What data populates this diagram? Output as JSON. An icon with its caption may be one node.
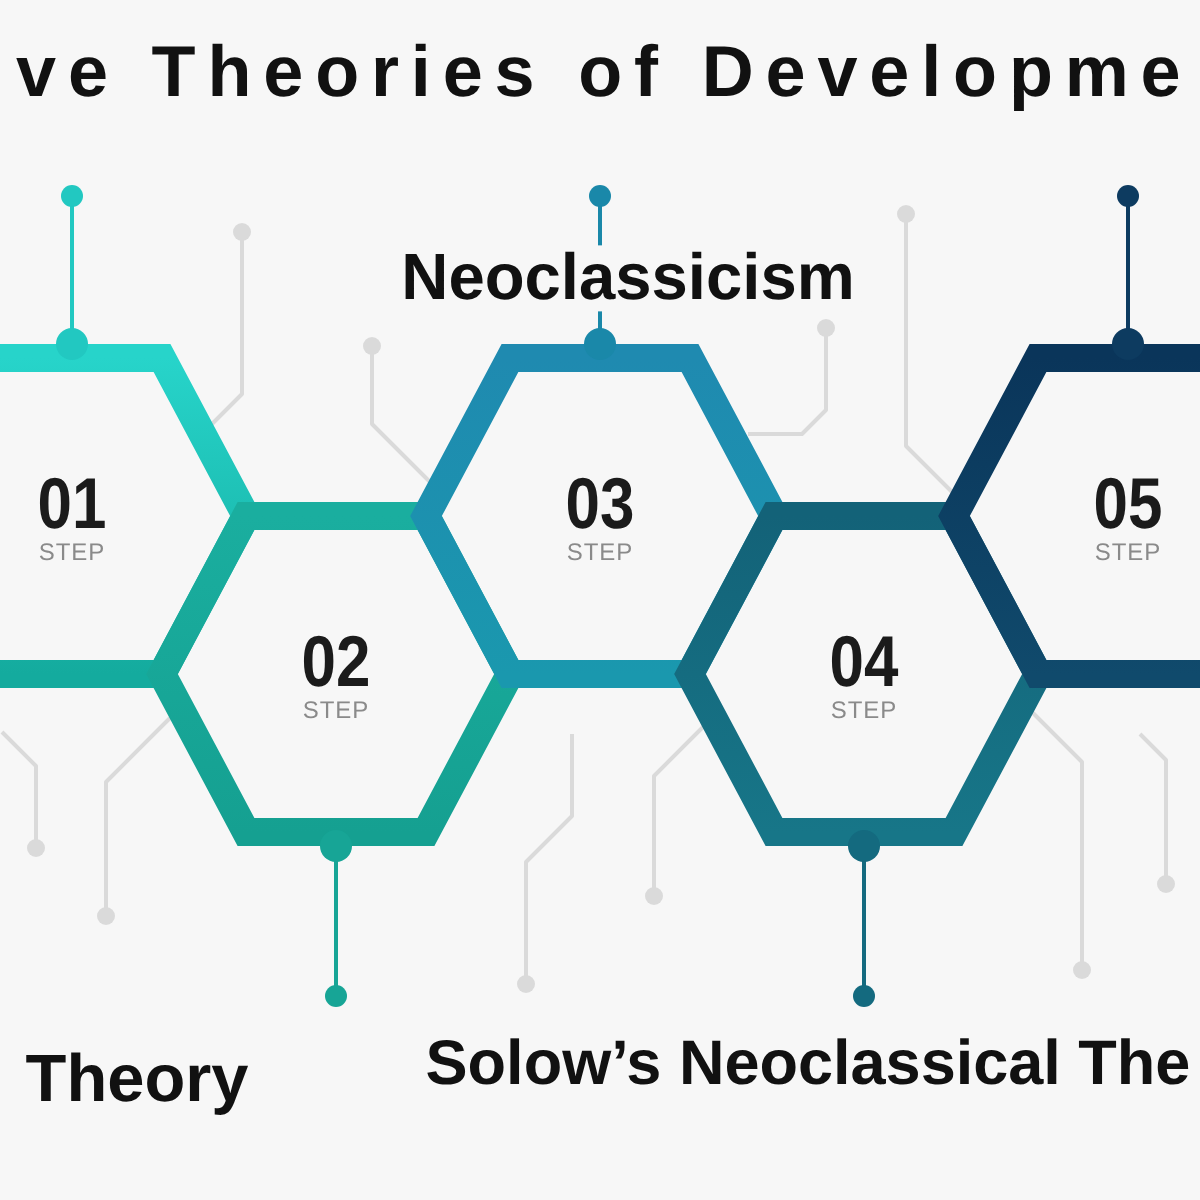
{
  "diagram": {
    "title": "ve Theories of Developme",
    "nodes": [
      {
        "text": [
          "01",
          "STEP"
        ]
      },
      {
        "text": [
          "02",
          "STEP"
        ],
        "beside": [
          "Theory"
        ]
      },
      {
        "text": [
          "03",
          "STEP"
        ],
        "beside": [
          "Neoclassicism"
        ]
      },
      {
        "text": [
          "04",
          "STEP"
        ],
        "beside": [
          "Solow’s Neoclassical The"
        ]
      },
      {
        "text": [
          "05",
          "STEP"
        ]
      }
    ],
    "edges": [
      {
        "from": 0,
        "to": null,
        "arrow": "other",
        "color": "#22c8c1"
      },
      {
        "from": 1,
        "to": null,
        "arrow": "other",
        "color": "#17a596"
      },
      {
        "from": 2,
        "to": null,
        "arrow": "other",
        "color": "#1a88a9"
      },
      {
        "from": 3,
        "to": null,
        "arrow": "other",
        "color": "#146a7f"
      },
      {
        "from": 4,
        "to": null,
        "arrow": "other",
        "color": "#0d3b60"
      }
    ]
  }
}
